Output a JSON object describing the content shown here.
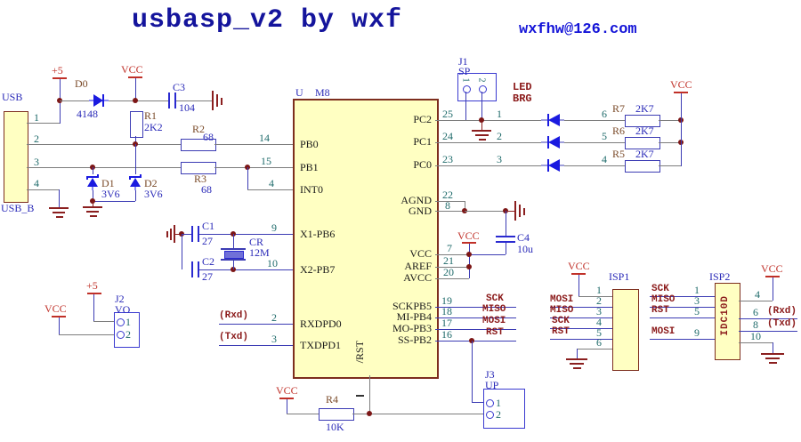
{
  "title": "usbasp_v2 by wxf",
  "email": "wxfhw@126.com",
  "pwr": {
    "vcc": "VCC",
    "p5": "+5"
  },
  "usb": {
    "ref": "USB",
    "type": "USB_B",
    "p1": "1",
    "p2": "2",
    "p3": "3",
    "p4": "4"
  },
  "d0": {
    "r": "D0",
    "v": "4148"
  },
  "d1": {
    "r": "D1",
    "v": "3V6"
  },
  "d2": {
    "r": "D2",
    "v": "3V6"
  },
  "r1": {
    "r": "R1",
    "v": "2K2"
  },
  "r2": {
    "r": "R2",
    "v": "68"
  },
  "r3": {
    "r": "R3",
    "v": "68"
  },
  "r4": {
    "r": "R4",
    "v": "10K"
  },
  "r5": {
    "r": "R5",
    "v": "2K7"
  },
  "r6": {
    "r": "R6",
    "v": "2K7"
  },
  "r7": {
    "r": "R7",
    "v": "2K7"
  },
  "c1": {
    "r": "C1",
    "v": "27"
  },
  "c2": {
    "r": "C2",
    "v": "27"
  },
  "c3": {
    "r": "C3",
    "v": "104"
  },
  "c4": {
    "r": "C4",
    "v": "10u"
  },
  "cr": {
    "r": "CR",
    "v": "12M"
  },
  "ic": {
    "u": "U",
    "name": "M8",
    "pb0": "PB0",
    "pb1": "PB1",
    "int0": "INT0",
    "x1": "X1-PB6",
    "x2": "X2-PB7",
    "rxd": "RXDPD0",
    "txd": "TXDPD1",
    "rst": "/RST",
    "pc2": "PC2",
    "pc1": "PC1",
    "pc0": "PC0",
    "agnd": "AGND",
    "gnd": "GND",
    "vcc": "VCC",
    "aref": "AREF",
    "avcc": "AVCC",
    "pb5": "SCKPB5",
    "pb4": "MI-PB4",
    "pb3": "MO-PB3",
    "pb2": "SS-PB2",
    "n14": "14",
    "n15": "15",
    "n4": "4",
    "n9": "9",
    "n10": "10",
    "n2": "2",
    "n3": "3",
    "n25": "25",
    "n24": "24",
    "n23": "23",
    "n22": "22",
    "n8": "8",
    "n7": "7",
    "n21": "21",
    "n20": "20",
    "n19": "19",
    "n18": "18",
    "n17": "17",
    "n16": "16"
  },
  "led": {
    "t1": "LED",
    "t2": "BRG",
    "a1": "1",
    "a2": "2",
    "a3": "3",
    "k6": "6",
    "k5": "5",
    "k4": "4"
  },
  "j1": {
    "ref": "J1",
    "name": "SP",
    "p1": "1",
    "p2": "2"
  },
  "j2": {
    "ref": "J2",
    "name": "VO",
    "p1": "1",
    "p2": "2"
  },
  "j3": {
    "ref": "J3",
    "name": "UP",
    "p1": "1",
    "p2": "2"
  },
  "nets": {
    "sck": "SCK",
    "miso": "MISO",
    "mosi": "MOSI",
    "rst": "RST",
    "rxd": "(Rxd)",
    "txd": "(Txd)"
  },
  "isp1": {
    "ref": "ISP1",
    "n1": "1",
    "n2": "2",
    "n3": "3",
    "n4": "4",
    "n5": "5",
    "n6": "6"
  },
  "isp2": {
    "ref": "ISP2",
    "chip": "IDC10D",
    "n1": "1",
    "n3": "3",
    "n5": "5",
    "n9": "9",
    "n4": "4",
    "n6": "6",
    "n8": "8",
    "n10": "10"
  }
}
